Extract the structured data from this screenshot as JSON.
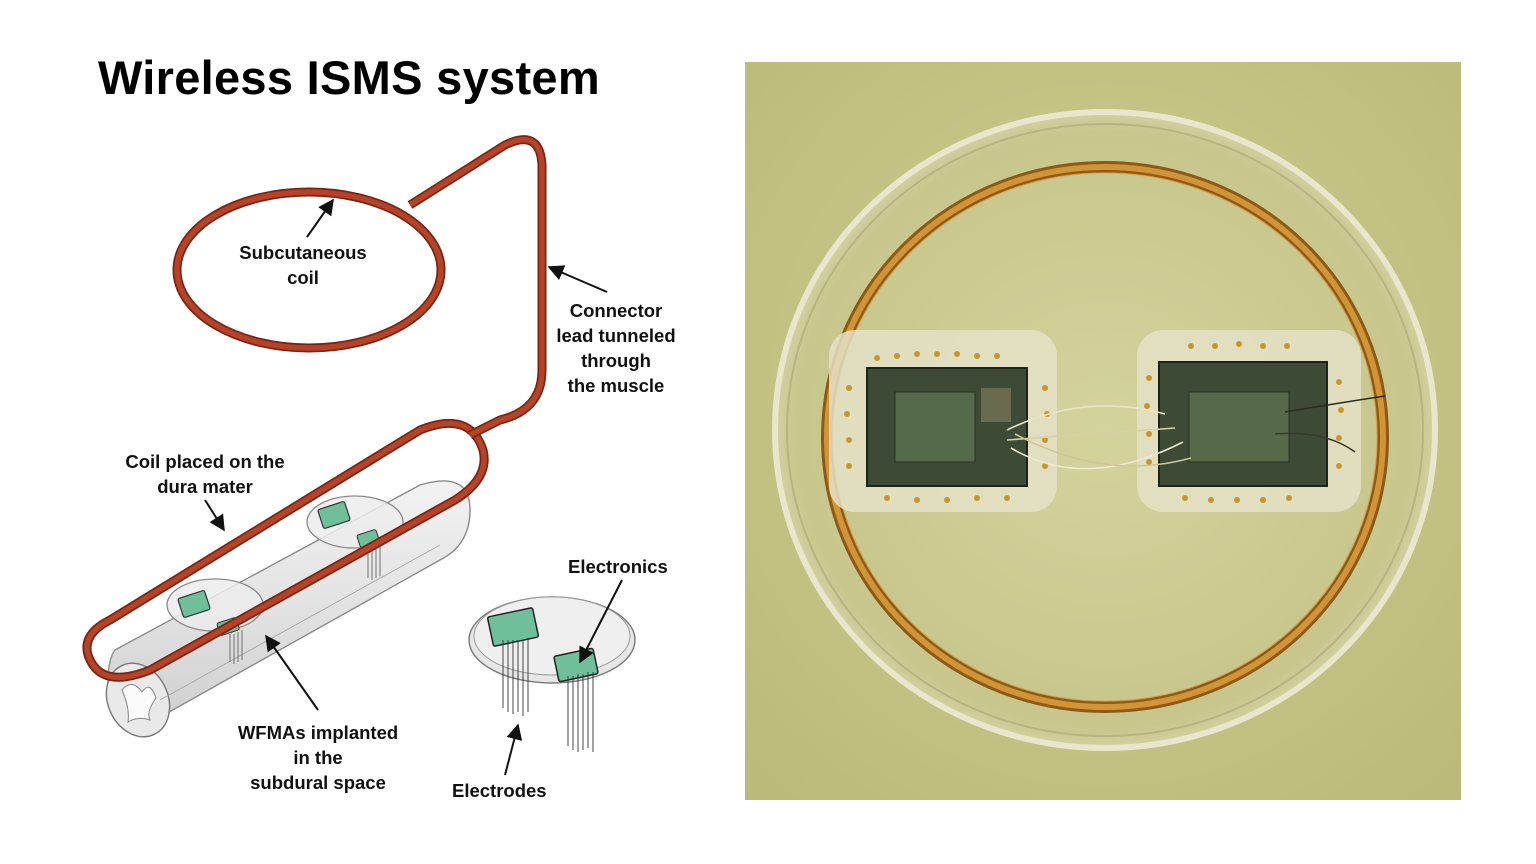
{
  "title": "Wireless ISMS system",
  "labels": {
    "subcutaneous_coil": [
      "Subcutaneous",
      "coil"
    ],
    "connector_lead": [
      "Connector",
      "lead tunneled",
      "through",
      "the muscle"
    ],
    "coil_dura": [
      "Coil placed on the",
      "dura mater"
    ],
    "wfmas": [
      "WFMAs implanted",
      "in the",
      "subdural space"
    ],
    "electronics": "Electronics",
    "electrodes": "Electrodes"
  },
  "colors": {
    "coil": "#b4432a",
    "coil_dark": "#7a2512",
    "chip": "#6fbf9b",
    "photo_bg": "#c9c98a",
    "copper": "#c98a2c"
  }
}
